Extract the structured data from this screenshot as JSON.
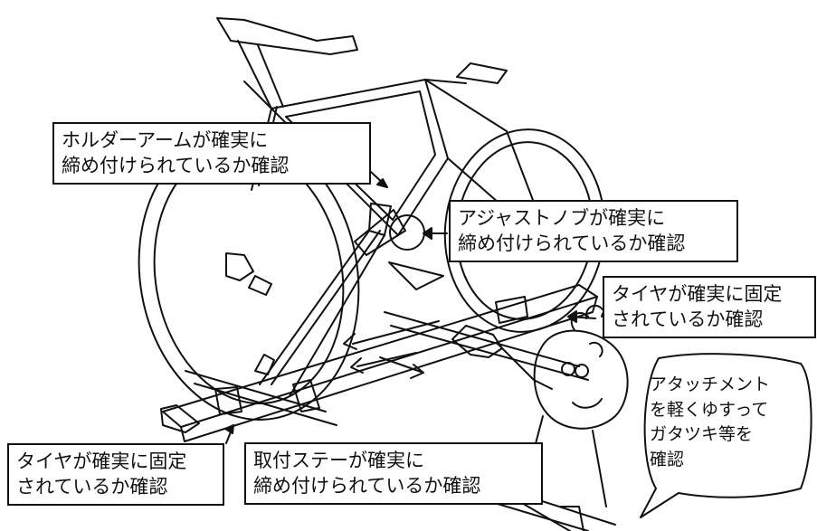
{
  "callouts": {
    "holder_arm": [
      "ホルダーアームが確実に",
      "締め付けられているか確認"
    ],
    "adjust_knob": [
      "アジャストノブが確実に",
      "締め付けられているか確認"
    ],
    "tire_right": [
      "タイヤが確実に固定",
      "されているか確認"
    ],
    "tire_left": [
      "タイヤが確実に固定",
      "されているか確認"
    ],
    "mount_stay": [
      "取付ステーが確実に",
      "締め付けられているか確認"
    ]
  },
  "speech_bubble": [
    "アタッチメント",
    "を軽くゆすって",
    "ガタツキ等を",
    "確認"
  ],
  "colors": {
    "line": "#111111",
    "background": "#ffffff"
  },
  "icons": [
    "bicycle-illustration",
    "roof-rack-illustration",
    "person-illustration",
    "arrow-icon",
    "motion-arrow-icon"
  ]
}
